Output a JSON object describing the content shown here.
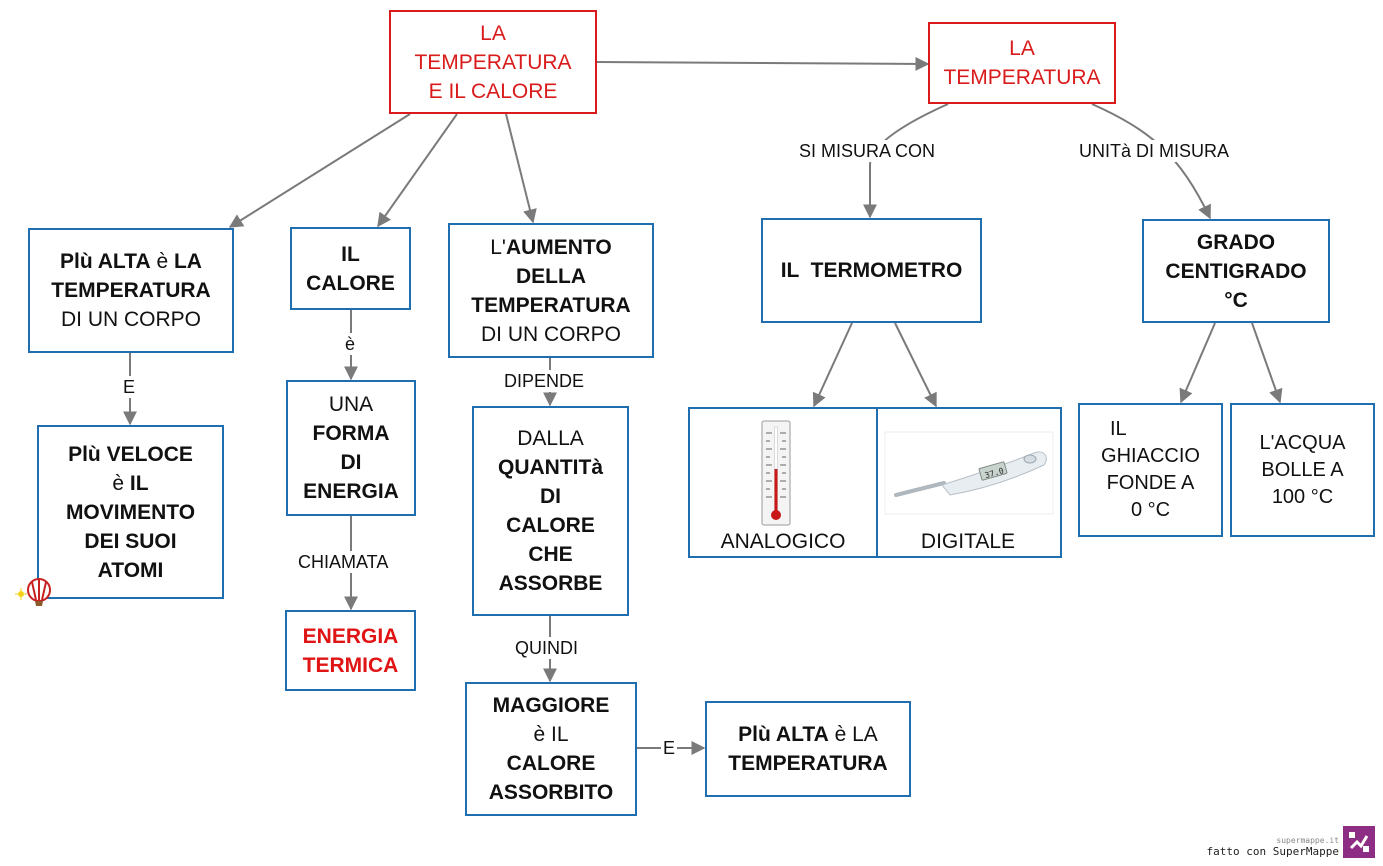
{
  "colors": {
    "box_border": "#1f6fb0",
    "root_border": "#d91b1b",
    "arrow": "#7a7a7a",
    "red_text": "#e01414"
  },
  "nodes": {
    "root": {
      "lines": [
        "LA",
        "TEMPERATURA",
        "E IL CALORE"
      ]
    },
    "temperatura": {
      "lines": [
        "LA",
        "TEMPERATURA"
      ]
    },
    "alta": {
      "l1a": "Plù ",
      "l1b": "ALTA",
      "l1c": " è ",
      "l1d": "LA",
      "l2": "TEMPERATURA",
      "l3": "DI UN CORPO"
    },
    "veloce": {
      "l1a": "Plù ",
      "l1b": "VELOCE",
      "l2a": "è ",
      "l2b": "IL",
      "l3": "MOVIMENTO",
      "l4": "DEI SUOI",
      "l5": "ATOMI"
    },
    "calore": {
      "lines": [
        "IL",
        "CALORE"
      ]
    },
    "forma": {
      "l1": "UNA",
      "l2": "FORMA",
      "l3": "DI",
      "l4": "ENERGIA"
    },
    "energia": {
      "lines": [
        "ENERGIA",
        "TERMICA"
      ]
    },
    "aumento": {
      "l1a": "L'",
      "l1b": "AUMENTO",
      "l2": "DELLA",
      "l3": "TEMPERATURA",
      "l4": "DI UN CORPO"
    },
    "quantita": {
      "l1": "DALLA",
      "l2": "QUANTITà",
      "l3": "DI",
      "l4": "CALORE",
      "l5": "CHE",
      "l6": "ASSORBE"
    },
    "maggiore": {
      "l1": "MAGGIORE",
      "l2": "è IL",
      "l3": "CALORE",
      "l4": "ASSORBITO"
    },
    "piu_alta": {
      "l1a": "Plù ",
      "l1b": "ALTA",
      "l1c": " è LA",
      "l2": "TEMPERATURA"
    },
    "termometro": {
      "text": "IL  TERMOMETRO"
    },
    "grado": {
      "lines": [
        "GRADO",
        "CENTIGRADO",
        "°C"
      ]
    },
    "tipi": {
      "analogico": "ANALOGICO",
      "digitale": "DIGITALE",
      "display": "37.0"
    },
    "ghiaccio": {
      "lines": [
        "IL",
        "GHIACCIO",
        "FONDE A",
        "0 °C"
      ]
    },
    "acqua": {
      "lines": [
        "L'ACQUA",
        "BOLLE A",
        "100 °C"
      ]
    }
  },
  "edge_labels": {
    "si_misura": "SI MISURA CON",
    "unita": "UNITà DI MISURA",
    "e1": "E",
    "e_verb": "è",
    "chiamata": "CHIAMATA",
    "dipende": "DIPENDE",
    "quindi": "QUINDI",
    "e2": "E"
  },
  "footer": {
    "site": "supermappe.it",
    "made_with": "fatto con SuperMappe"
  }
}
